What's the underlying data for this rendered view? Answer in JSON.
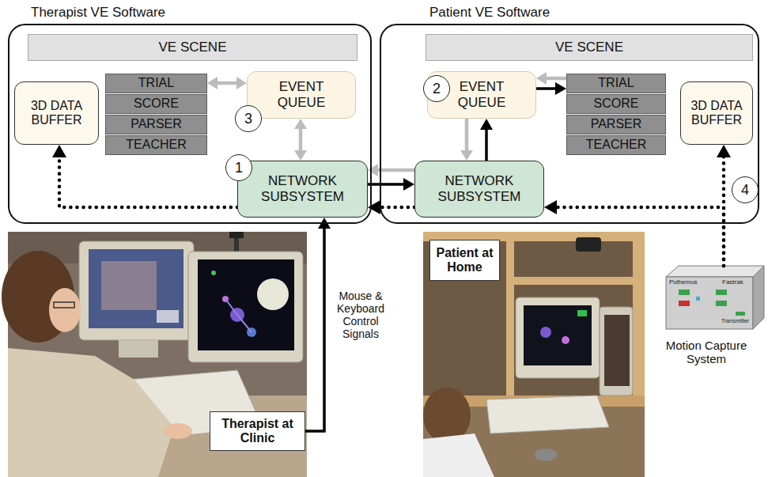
{
  "diagram": {
    "nodes": [
      {
        "text": [
          "Therapist VE Software"
        ]
      },
      {
        "text": [
          "VE SCENE"
        ],
        "in": 0
      },
      {
        "text": [
          "3D DATA BUFFER"
        ],
        "in": 0
      },
      {
        "text": [
          "TRIAL"
        ],
        "in": 0
      },
      {
        "text": [
          "SCORE"
        ],
        "in": 0
      },
      {
        "text": [
          "PARSER"
        ],
        "in": 0
      },
      {
        "text": [
          "TEACHER"
        ],
        "in": 0
      },
      {
        "text": [
          "EVENT QUEUE"
        ],
        "in": 0
      },
      {
        "text": [
          "3"
        ],
        "in": 0
      },
      {
        "text": [
          "1"
        ],
        "in": 0
      },
      {
        "text": [
          "NETWORK SUBSYSTEM"
        ],
        "in": 0
      },
      {
        "text": [
          "Patient VE Software"
        ]
      },
      {
        "text": [
          "VE SCENE"
        ],
        "in": 11
      },
      {
        "text": [
          "2"
        ],
        "in": 11
      },
      {
        "text": [
          "EVENT QUEUE"
        ],
        "in": 11
      },
      {
        "text": [
          "TRIAL"
        ],
        "in": 11
      },
      {
        "text": [
          "SCORE"
        ],
        "in": 11
      },
      {
        "text": [
          "PARSER"
        ],
        "in": 11
      },
      {
        "text": [
          "TEACHER"
        ],
        "in": 11
      },
      {
        "text": [
          "3D DATA BUFFER"
        ],
        "in": 11
      },
      {
        "text": [
          "NETWORK SUBSYSTEM"
        ],
        "in": 11
      },
      {
        "text": [
          "4"
        ]
      },
      {
        "text": [
          "Patient at Home"
        ]
      },
      {
        "text": [
          "Therapist at Clinic"
        ]
      },
      {
        "text": [
          "Motion Capture System"
        ]
      }
    ],
    "edges": [
      {
        "from": 3,
        "to": 7,
        "arrow": "both"
      },
      {
        "from": 7,
        "to": 10,
        "arrow": "both"
      },
      {
        "from": 10,
        "to": 2,
        "arrow": "to"
      },
      {
        "from": 10,
        "to": 20,
        "arrow": "to"
      },
      {
        "from": 20,
        "to": 10,
        "arrow": "to"
      },
      {
        "from": 20,
        "to": 10,
        "arrow": "to"
      },
      {
        "from": 20,
        "to": 14,
        "arrow": "to"
      },
      {
        "from": 14,
        "to": 20,
        "arrow": "to"
      },
      {
        "from": 14,
        "to": 15,
        "arrow": "to"
      },
      {
        "from": 15,
        "to": 14,
        "arrow": "to"
      },
      {
        "from": 24,
        "to": 19,
        "arrow": "to"
      },
      {
        "from": 24,
        "to": 20,
        "arrow": "to"
      },
      {
        "from": 23,
        "to": 10,
        "label": "Mouse & Keyboard Control Signals",
        "arrow": "to"
      }
    ],
    "labels": [
      "Polhemus",
      "Fastrak",
      "Transmitter"
    ]
  }
}
